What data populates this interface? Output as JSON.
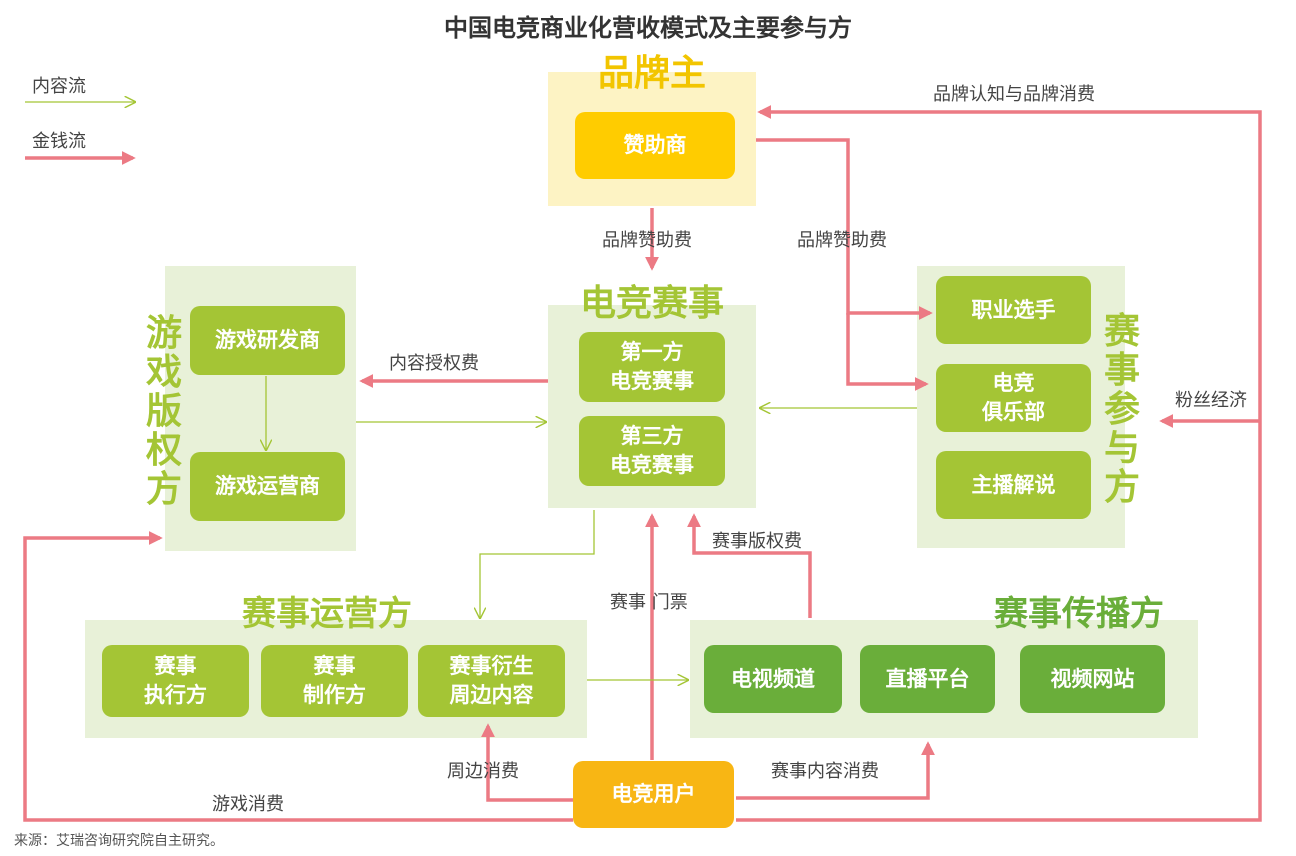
{
  "title": "中国电竞商业化营收模式及主要参与方",
  "legend": {
    "content_flow": "内容流",
    "money_flow": "金钱流"
  },
  "groups": {
    "brand": {
      "title": "品牌主",
      "sponsor": "赞助商"
    },
    "esports_events": {
      "title": "电竞赛事",
      "first_party": "第一方\n电竞赛事",
      "third_party": "第三方\n电竞赛事"
    },
    "game_copyright": {
      "title": "游戏版权方",
      "developer": "游戏研发商",
      "operator": "游戏运营商"
    },
    "event_participants": {
      "title": "赛事参与方",
      "players": "职业选手",
      "clubs": "电竞\n俱乐部",
      "streamers": "主播解说"
    },
    "event_operators": {
      "title": "赛事运营方",
      "executor": "赛事\n执行方",
      "producer": "赛事\n制作方",
      "derivatives": "赛事衍生\n周边内容"
    },
    "event_broadcast": {
      "title": "赛事传播方",
      "tv": "电视频道",
      "live": "直播平台",
      "video": "视频网站"
    },
    "users": {
      "label": "电竞用户"
    }
  },
  "flows": {
    "brand_awareness": "品牌认知与品牌消费",
    "brand_sponsorship_1": "品牌赞助费",
    "brand_sponsorship_2": "品牌赞助费",
    "content_license": "内容授权费",
    "fan_economy": "粉丝经济",
    "media_rights": "赛事版权费",
    "tickets": "赛事 门票",
    "merch_spending": "周边消费",
    "content_spending": "赛事内容消费",
    "game_spending": "游戏消费"
  },
  "source": "来源：艾瑞咨询研究院自主研究。",
  "colors": {
    "money": "#ec7a84",
    "content": "#a4c535",
    "light_box": "#a4c535",
    "dark_box": "#6aae3a",
    "gold": "#ffcc00"
  }
}
